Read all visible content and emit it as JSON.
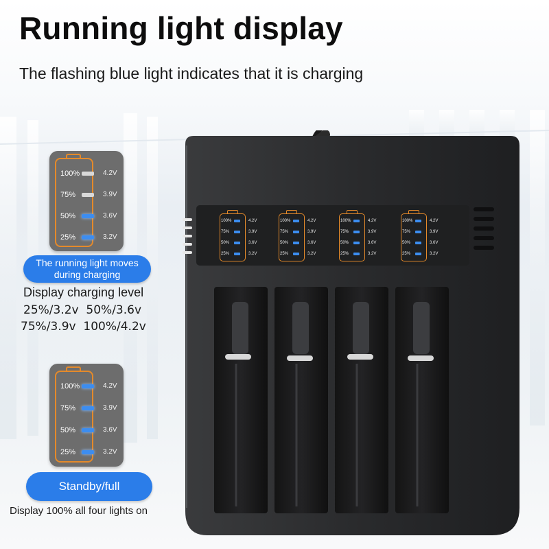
{
  "title": "Running light display",
  "subtitle": "The flashing blue light indicates that it is charging",
  "charging_panel": {
    "levels": [
      {
        "percent": "100%",
        "voltage": "4.2V",
        "led": "off"
      },
      {
        "percent": "75%",
        "voltage": "3.9V",
        "led": "off"
      },
      {
        "percent": "50%",
        "voltage": "3.6V",
        "led": "on"
      },
      {
        "percent": "25%",
        "voltage": "3.2V",
        "led": "on"
      }
    ],
    "badge_line1": "The running light moves",
    "badge_line2": "during charging",
    "caption_heading": "Display charging level",
    "caption_line1": "25%/3.2v  50%/3.6v",
    "caption_line2": "75%/3.9v  100%/4.2v"
  },
  "standby_panel": {
    "levels": [
      {
        "percent": "100%",
        "voltage": "4.2V",
        "led": "on"
      },
      {
        "percent": "75%",
        "voltage": "3.9V",
        "led": "on"
      },
      {
        "percent": "50%",
        "voltage": "3.6V",
        "led": "on"
      },
      {
        "percent": "25%",
        "voltage": "3.2V",
        "led": "on"
      }
    ],
    "badge": "Standby/full",
    "caption": "Display 100% all four lights on"
  },
  "charger": {
    "slots": 4,
    "display_levels": [
      {
        "percent": "100%",
        "voltage": "4.2V"
      },
      {
        "percent": "75%",
        "voltage": "3.9V"
      },
      {
        "percent": "50%",
        "voltage": "3.6V"
      },
      {
        "percent": "25%",
        "voltage": "3.2V"
      }
    ]
  },
  "colors": {
    "accent_blue": "#2b7de9",
    "led_blue": "#3c8df0",
    "led_off": "#d9d9d9",
    "battery_outline": "#e58a2a",
    "charger_body": "#2a2b2d",
    "card_bg": "#6d6d6d"
  }
}
